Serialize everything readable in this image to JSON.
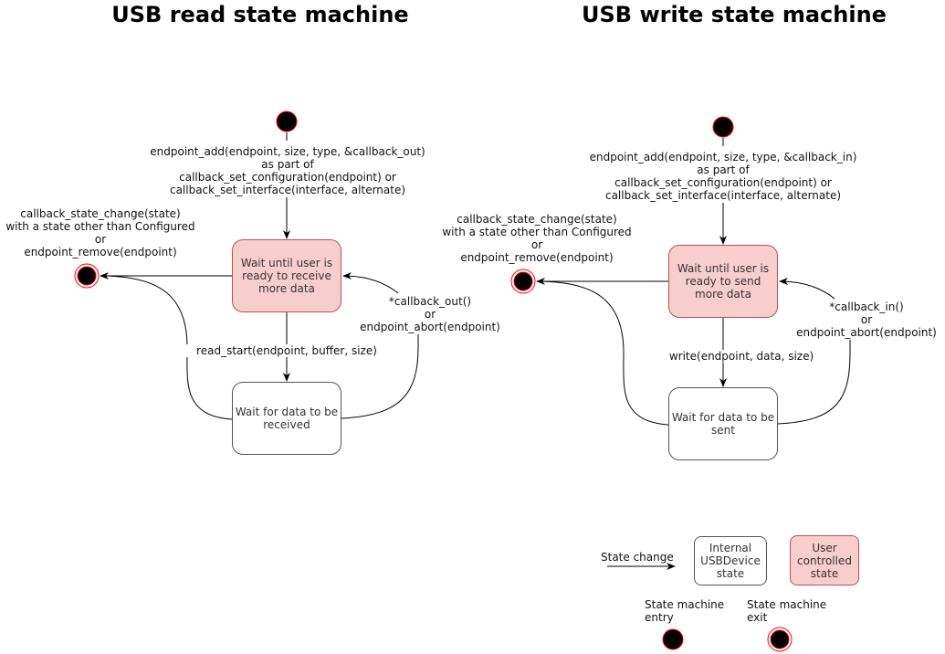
{
  "read": {
    "title": "USB read state machine",
    "entry_edge_label": [
      "endpoint_add(endpoint, size, type, &callback_out)",
      "as part of",
      "callback_set_configuration(endpoint) or",
      "callback_set_interface(interface, alternate)"
    ],
    "exit_edge_label": [
      "callback_state_change(state)",
      "with a state other than Configured",
      "or",
      "endpoint_remove(endpoint)"
    ],
    "user_state": [
      "Wait until user is",
      "ready to receive",
      "more data"
    ],
    "internal_state": [
      "Wait for data to be",
      "received"
    ],
    "forward_edge_label": "read_start(endpoint, buffer, size)",
    "back_edge_label": [
      "*callback_out()",
      "or",
      "endpoint_abort(endpoint)"
    ]
  },
  "write": {
    "title": "USB write state machine",
    "entry_edge_label": [
      "endpoint_add(endpoint, size, type, &callback_in)",
      "as part of",
      "callback_set_configuration(endpoint) or",
      "callback_set_interface(interface, alternate)"
    ],
    "exit_edge_label": [
      "callback_state_change(state)",
      "with a state other than Configured",
      "or",
      "endpoint_remove(endpoint)"
    ],
    "user_state": [
      "Wait until user is",
      "ready to send",
      "more data"
    ],
    "internal_state": [
      "Wait for data to be",
      "sent"
    ],
    "forward_edge_label": "write(endpoint, data, size)",
    "back_edge_label": [
      "*callback_in()",
      "or",
      "endpoint_abort(endpoint)"
    ]
  },
  "legend": {
    "state_change": "State change",
    "internal_state": [
      "Internal",
      "USBDevice",
      "state"
    ],
    "user_state": [
      "User",
      "controlled",
      "state"
    ],
    "entry": [
      "State machine",
      "entry"
    ],
    "exit": [
      "State machine",
      "exit"
    ]
  },
  "colors": {
    "user_state_fill": "#f8cecc",
    "user_state_stroke": "#b85450",
    "terminal_stroke": "#ff0000"
  }
}
